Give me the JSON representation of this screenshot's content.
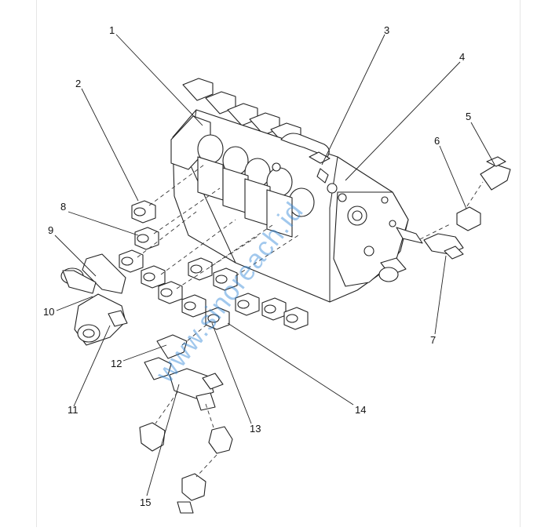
{
  "diagram": {
    "callouts": [
      "1",
      "2",
      "3",
      "4",
      "5",
      "6",
      "7",
      "8",
      "9",
      "10",
      "11",
      "12",
      "13",
      "14",
      "15"
    ],
    "watermark": "www.sinoreach.id"
  }
}
